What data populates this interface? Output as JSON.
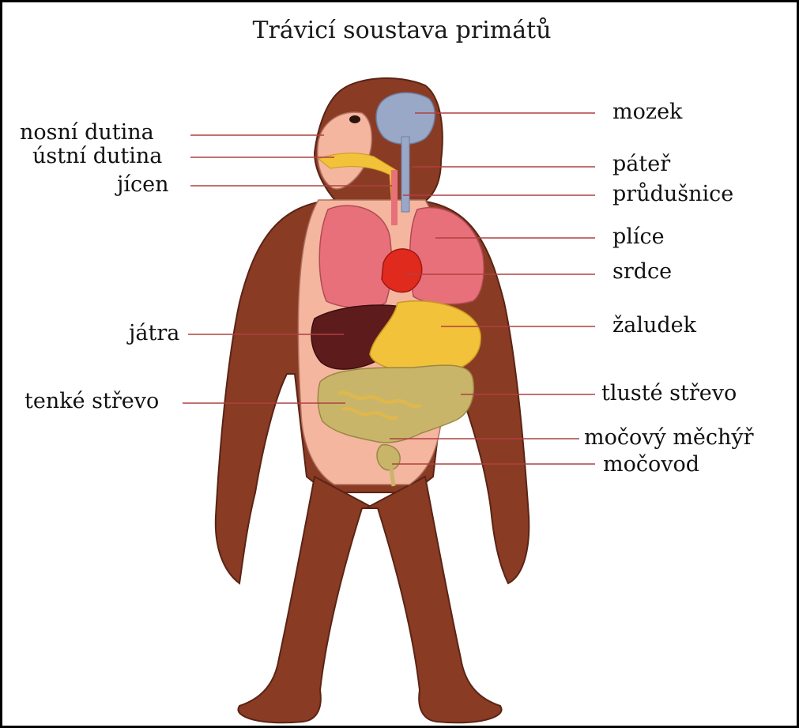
{
  "title": "Trávicí soustava primátů",
  "colors": {
    "fur": "#8a3b24",
    "fur_dark": "#6e2d1a",
    "skin": "#f4b69e",
    "brain": "#9aa8c8",
    "lungs": "#e8707a",
    "heart": "#e02a1e",
    "liver": "#5e1b1c",
    "stomach": "#f2c23a",
    "intestine": "#c9b56a",
    "leader_line": "#b04040"
  },
  "labels": {
    "nosni_dutina": "nosní dutina",
    "ustni_dutina": "ústní dutina",
    "jicen": "jícen",
    "jatra": "játra",
    "tenke_strevo": "tenké střevo",
    "mozek": "mozek",
    "pater": "páteř",
    "prudusnice": "průdušnice",
    "plice": "plíce",
    "srdce": "srdce",
    "zaludek": "žaludek",
    "tluste_strevo": "tlusté střevo",
    "mocovy_mechyr": "močový měchýř",
    "mocovod": "močovod"
  }
}
